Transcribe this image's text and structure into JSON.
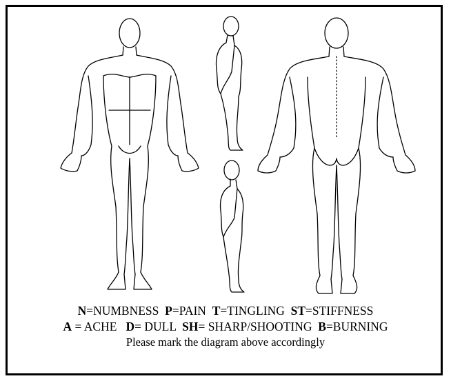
{
  "legend": {
    "line1": [
      {
        "code": "N",
        "desc": "=NUMBNESS"
      },
      {
        "code": "P",
        "desc": "=PAIN"
      },
      {
        "code": "T",
        "desc": "=TINGLING"
      },
      {
        "code": "ST",
        "desc": "=STIFFNESS"
      }
    ],
    "line2": [
      {
        "code": "A",
        "desc": " = ACHE"
      },
      {
        "code": "D",
        "desc": "= DULL"
      },
      {
        "code": "SH",
        "desc": "= SHARP/SHOOTING"
      },
      {
        "code": "B",
        "desc": "=BURNING"
      }
    ],
    "instruction": "Please mark the diagram above accordingly"
  },
  "figures": [
    "front-view",
    "side-view-upper",
    "side-view-lower",
    "back-view"
  ]
}
